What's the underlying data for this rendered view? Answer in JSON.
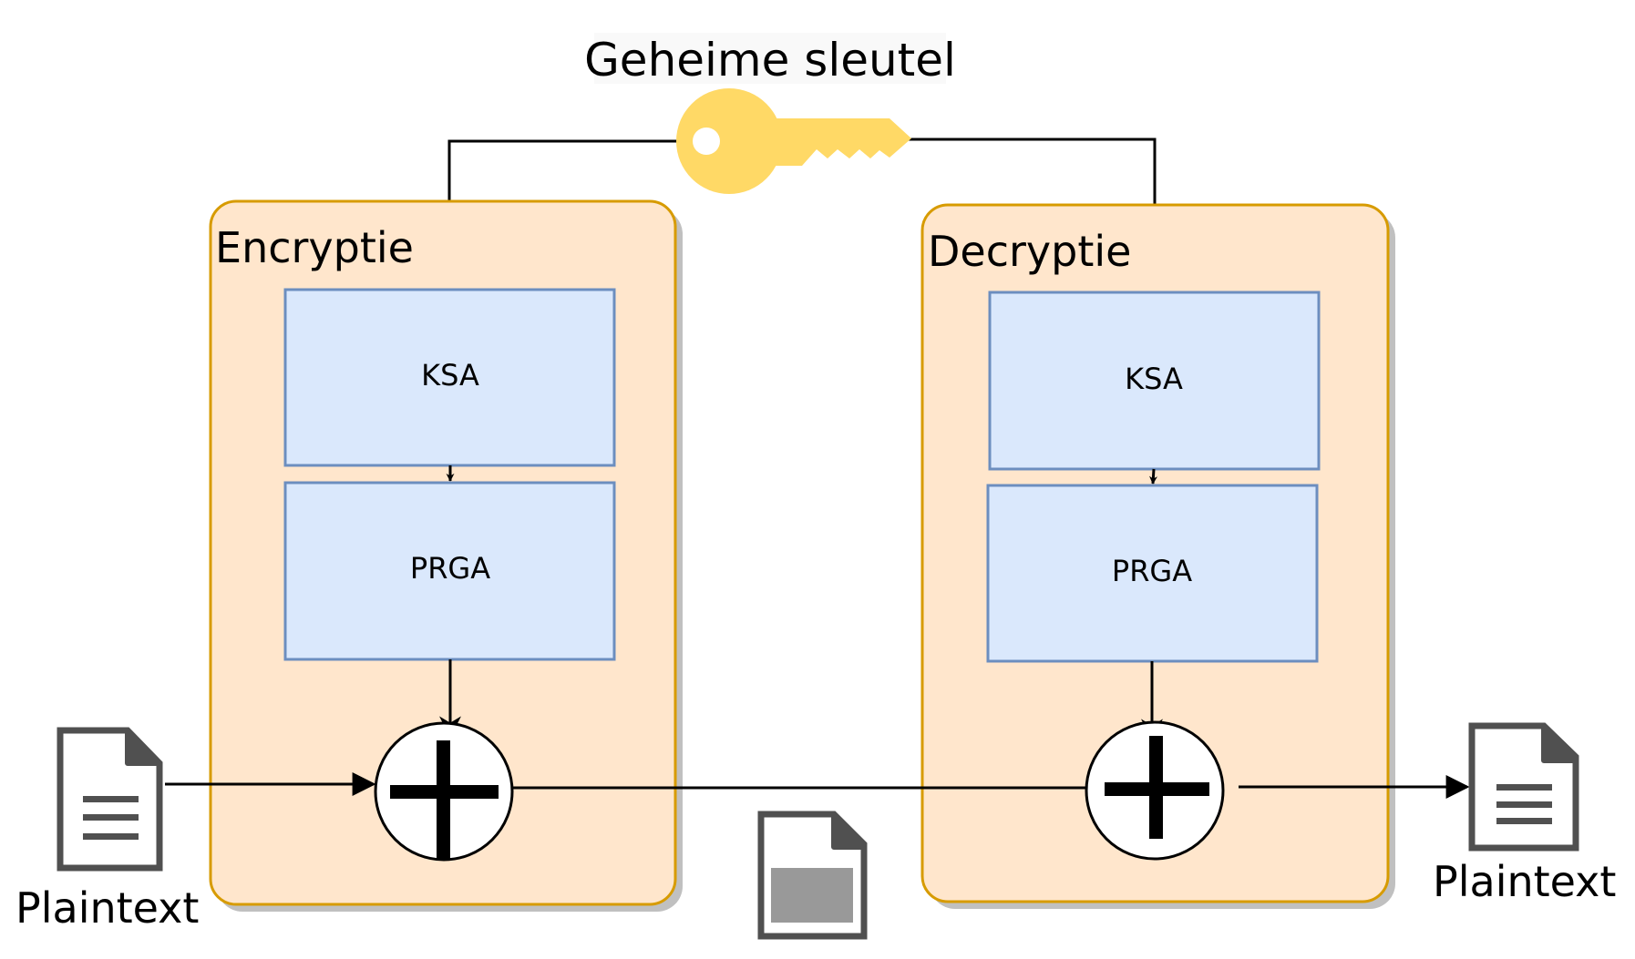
{
  "diagram": {
    "key_label": "Geheime sleutel",
    "encryption": {
      "title": "Encryptie",
      "ksa_label": "KSA",
      "prga_label": "PRGA"
    },
    "decryption": {
      "title": "Decryptie",
      "ksa_label": "KSA",
      "prga_label": "PRGA"
    },
    "input_label": "Plaintext",
    "output_label": "Plaintext"
  },
  "colors": {
    "container_fill": "#ffe6cc",
    "container_stroke": "#d79b00",
    "block_fill": "#dae8fc",
    "block_stroke": "#6c8ebf",
    "key_fill": "#ffd966",
    "document_stroke": "#505050",
    "ciphertext_fill": "#999999"
  }
}
